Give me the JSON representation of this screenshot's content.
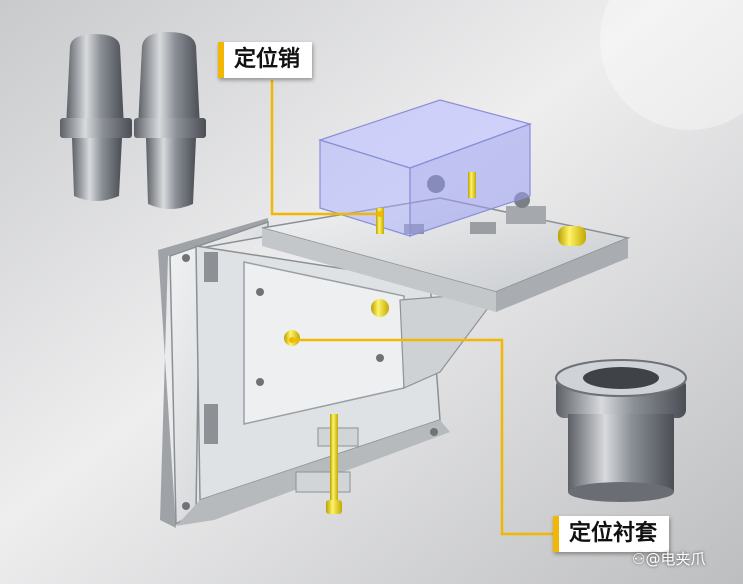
{
  "labels": {
    "locating_pin": "定位销",
    "locating_bushing": "定位衬套"
  },
  "watermark": "⚇@电夹爪",
  "colors": {
    "accent_yellow": "#f2b705",
    "steel": "#9aa0a6",
    "plate": "#e6e8ea",
    "transparent_box": "#aab0ff"
  }
}
